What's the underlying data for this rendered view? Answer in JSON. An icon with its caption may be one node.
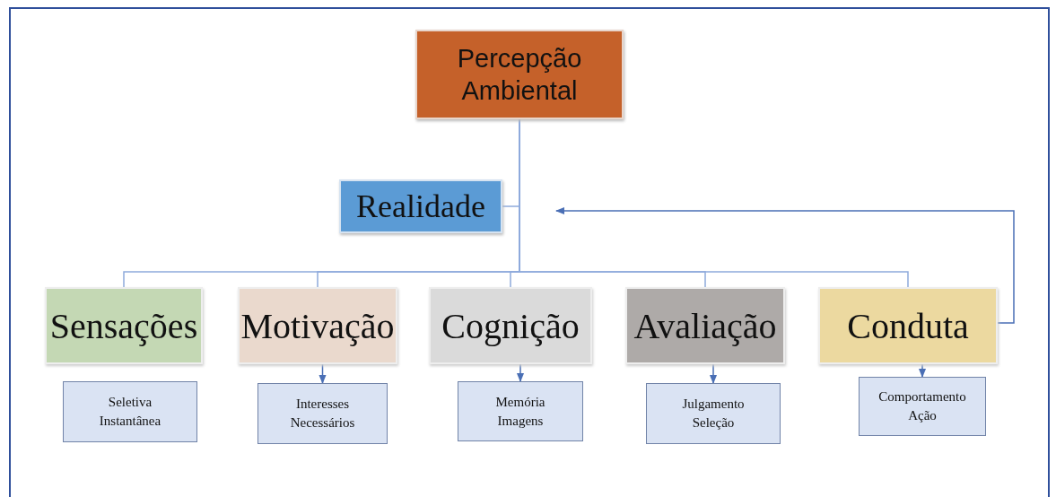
{
  "diagram": {
    "nodes": [
      {
        "text": [
          "Percepção Ambiental"
        ]
      },
      {
        "text": [
          "Realidade"
        ]
      },
      {
        "text": [
          "Sensações"
        ]
      },
      {
        "text": [
          "Motivação"
        ]
      },
      {
        "text": [
          "Cognição"
        ]
      },
      {
        "text": [
          "Avaliação"
        ]
      },
      {
        "text": [
          "Conduta"
        ]
      },
      {
        "text": [
          "Seletiva Instantânea"
        ]
      },
      {
        "text": [
          "Interesses Necessários"
        ]
      },
      {
        "text": [
          "Memória Imagens"
        ]
      },
      {
        "text": [
          "Julgamento Seleção"
        ]
      },
      {
        "text": [
          "Comportamento Ação"
        ]
      }
    ],
    "edges": [
      {
        "from": 0,
        "to": 1,
        "arrow": "none"
      },
      {
        "from": 0,
        "to": 2,
        "arrow": "none"
      },
      {
        "from": 0,
        "to": 3,
        "arrow": "none"
      },
      {
        "from": 0,
        "to": 4,
        "arrow": "none"
      },
      {
        "from": 0,
        "to": 5,
        "arrow": "none"
      },
      {
        "from": 0,
        "to": 6,
        "arrow": "none"
      },
      {
        "from": 3,
        "to": 8,
        "arrow": "to",
        "color": "#4a6fb5"
      },
      {
        "from": 4,
        "to": 9,
        "arrow": "to",
        "color": "#4a6fb5"
      },
      {
        "from": 5,
        "to": 10,
        "arrow": "to",
        "color": "#4a6fb5"
      },
      {
        "from": 6,
        "to": 11,
        "arrow": "to",
        "color": "#4a6fb5"
      },
      {
        "from": 6,
        "to": null,
        "arrow": "to",
        "color": "#4a6fb5"
      }
    ]
  }
}
